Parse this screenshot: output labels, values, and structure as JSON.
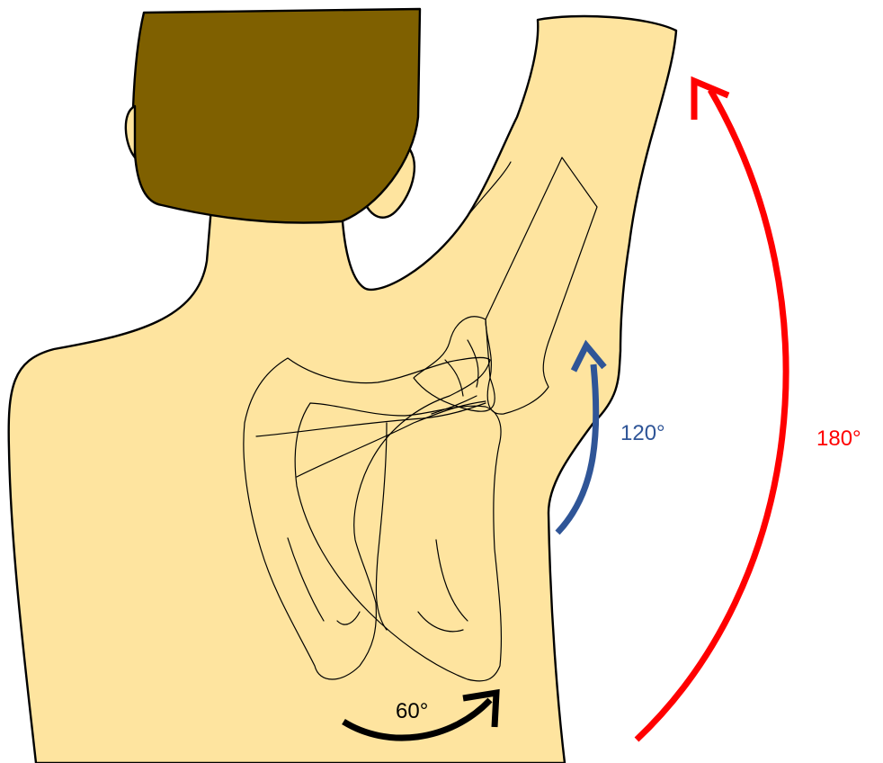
{
  "colors": {
    "skin": "#FEE49F",
    "hair": "#7F6000",
    "bone": "#FFC000",
    "bone_faded": "#FFD966",
    "arrow_humerus": "#2F5597",
    "arrow_total": "#FF0000",
    "arrow_scapula": "#000000"
  },
  "labels": {
    "humerus_angle": "120°",
    "total_angle": "180°",
    "scapula_angle": "60°"
  }
}
